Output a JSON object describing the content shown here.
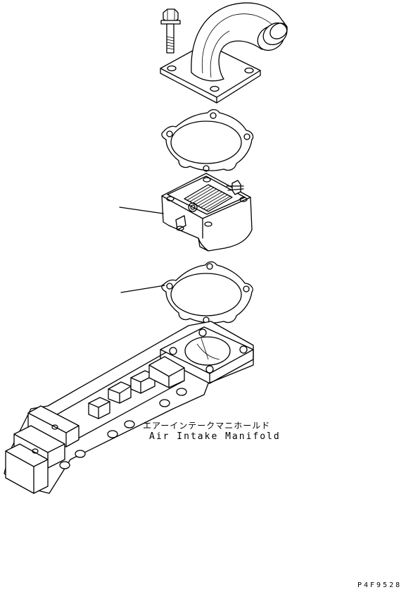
{
  "diagram": {
    "label_jp": "エアーインテークマニホールド",
    "label_en": "Air Intake Manifold",
    "drawing_code": "P4F9528"
  },
  "colors": {
    "line": "#000000",
    "background": "#ffffff"
  }
}
